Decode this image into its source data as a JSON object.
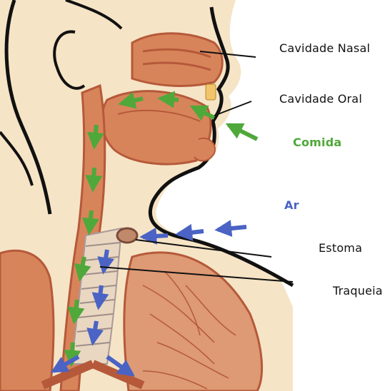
{
  "labels": {
    "nasal": "Cavidade Nasal",
    "oral": "Cavidade Oral",
    "comida": "Comida",
    "ar": "Ar",
    "estoma": "Estoma",
    "traqueia": "Traqueia"
  },
  "colors": {
    "skin": "#f6e4c6",
    "tissue": "#d8845a",
    "tissue_dark": "#b5593a",
    "food_arrow": "#4fa83a",
    "air_arrow": "#4a63c4",
    "outline": "#111111"
  }
}
